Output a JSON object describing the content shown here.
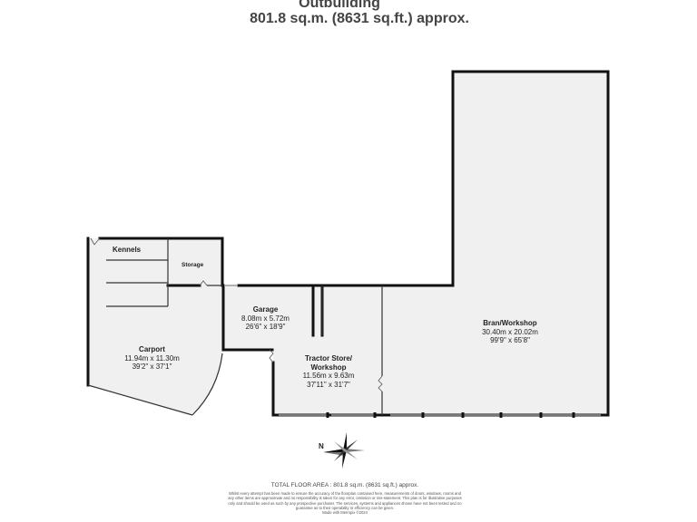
{
  "header": {
    "title": "Outbuilding",
    "area": "801.8 sq.m. (8631 sq.ft.) approx."
  },
  "rooms": {
    "kennels": {
      "name": "Kennels"
    },
    "storage": {
      "name": "Storage"
    },
    "carport": {
      "name": "Carport",
      "metric": "11.94m  x 11.30m",
      "imperial": "39'2\"  x 37'1\""
    },
    "garage": {
      "name": "Garage",
      "metric": "8.08m  x 5.72m",
      "imperial": "26'6\"  x 18'9\""
    },
    "tractor": {
      "name": "Tractor Store/",
      "name2": "Workshop",
      "metric": "11.56m  x 9.63m",
      "imperial": "37'11\"  x 31'7\""
    },
    "barn": {
      "name": "Bran/Workshop",
      "metric": "30.40m  x 20.02m",
      "imperial": "99'9\"  x 65'8\""
    }
  },
  "compass": {
    "label": "N"
  },
  "footer": {
    "total": "TOTAL FLOOR AREA : 801.8 sq.m. (8631 sq.ft.) approx.",
    "disclaimer": "Whilst every attempt has been made to ensure the accuracy of the floorplan contained here, measurements of doors, windows, rooms and any other items are approximate and no responsibility is taken for any error, omission or mis-statement. This plan is for illustrative purposes only and should be used as such by any prospective purchaser. The services, systems and appliances shown have not been tested and no guarantee as to their operability or efficiency can be given.",
    "credit": "Made with Metropix ©2024"
  },
  "colors": {
    "wall": "#111111",
    "floor": "#f0f0f0",
    "line": "#555555"
  }
}
